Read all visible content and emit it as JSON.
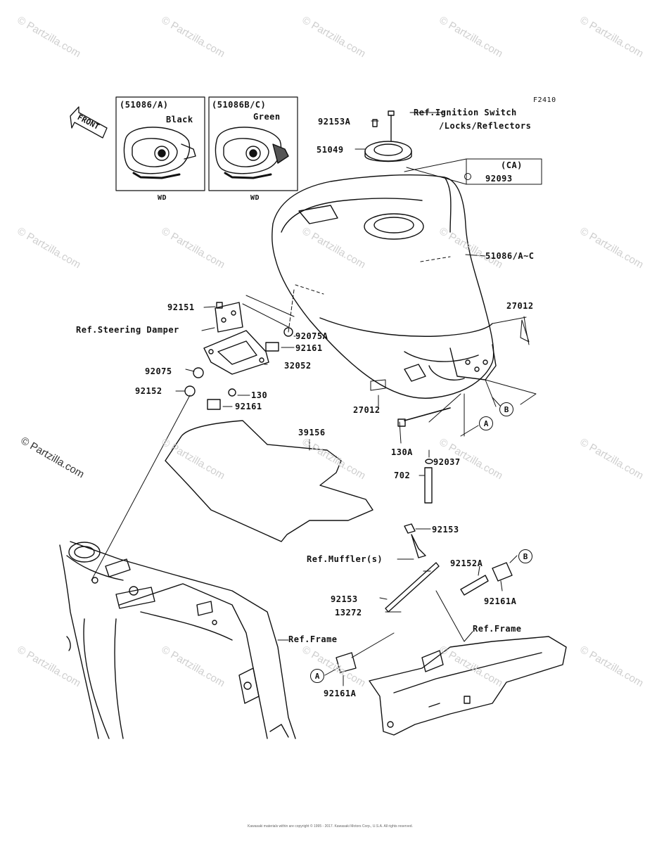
{
  "figure_code": "F2410",
  "inset_a": {
    "title": "(51086/A)",
    "color": "Black",
    "note": "WD"
  },
  "inset_bc": {
    "title": "(51086B/C)",
    "color": "Green",
    "note": "WD"
  },
  "front_label": "FRONT",
  "ca_box": {
    "title": "(CA)",
    "part": "92093"
  },
  "labels": {
    "p92153A": "92153A",
    "ref_ignition_1": "Ref.Ignition Switch",
    "ref_ignition_2": "/Locks/Reflectors",
    "p51049": "51049",
    "p51086AC": "51086/A~C",
    "p27012_top": "27012",
    "p92151": "92151",
    "ref_steering": "Ref.Steering Damper",
    "p92075A": "92075A",
    "p92161_top": "92161",
    "p92075": "92075",
    "p32052": "32052",
    "p92152": "92152",
    "p130": "130",
    "p92161_bot": "92161",
    "p27012_bot": "27012",
    "p39156": "39156",
    "p130A": "130A",
    "p92037": "92037",
    "p702": "702",
    "p92153_top": "92153",
    "ref_muffler": "Ref.Muffler(s)",
    "p92152A": "92152A",
    "p92153_mid": "92153",
    "p13272": "13272",
    "p92161A_right": "92161A",
    "ref_frame_right": "Ref.Frame",
    "ref_frame_left": "Ref.Frame",
    "p92161A_left": "92161A",
    "callout_a": "A",
    "callout_b": "B"
  },
  "watermark": "© Partzilla.com",
  "footer_copyright": "Kawasaki materials within are copyright © 1995 - 2017. Kawasaki Motors Corp., U.S.A. All rights reserved."
}
